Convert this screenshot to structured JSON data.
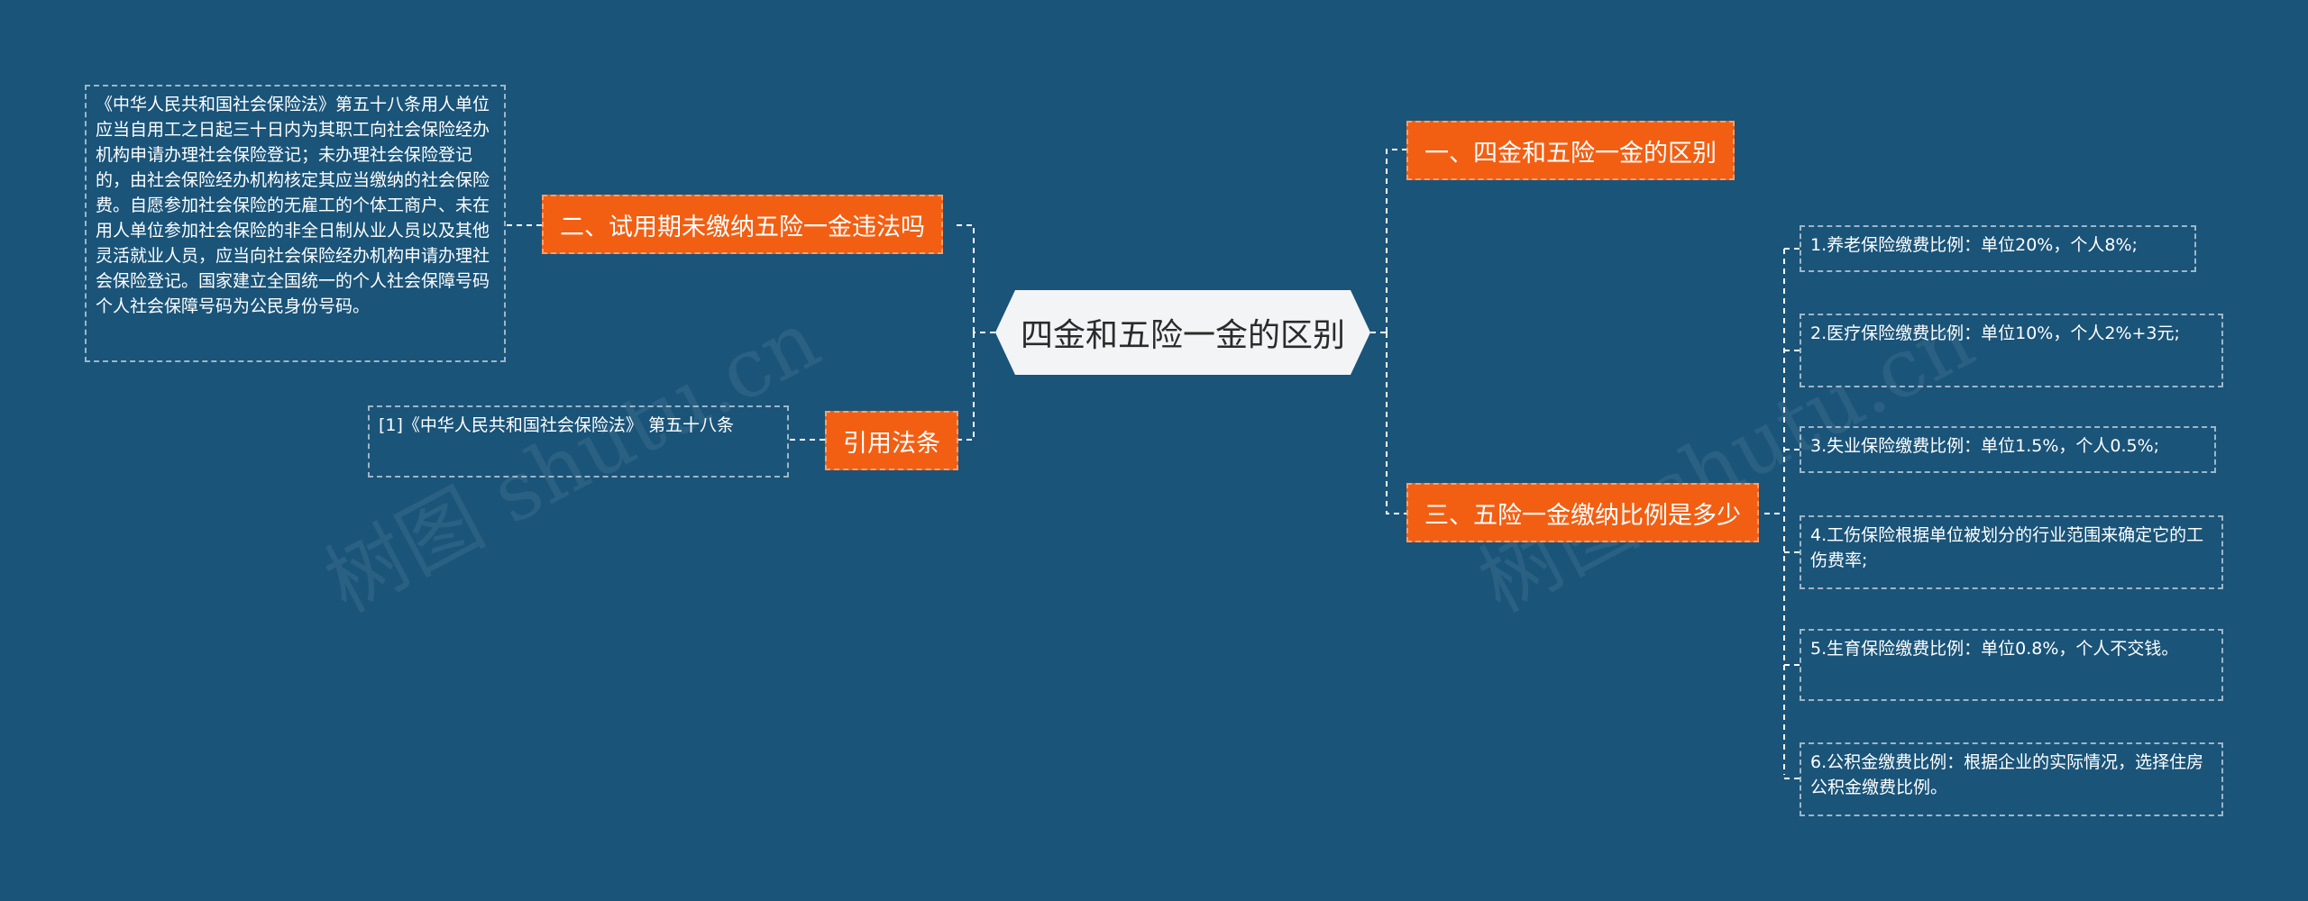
{
  "root": {
    "label": "四金和五险一金的区别"
  },
  "branches": {
    "b1": "一、四金和五险一金的区别",
    "b2": "二、试用期未缴纳五险一金违法吗",
    "b3": "三、五险一金缴纳比例是多少",
    "b4": "引用法条"
  },
  "leaves": {
    "law_text": "《中华人民共和国社会保险法》第五十八条用人单位应当自用工之日起三十日内为其职工向社会保险经办机构申请办理社会保险登记；未办理社会保险登记的，由社会保险经办机构核定其应当缴纳的社会保险费。自愿参加社会保险的无雇工的个体工商户、未在用人单位参加社会保险的非全日制从业人员以及其他灵活就业人员，应当向社会保险经办机构申请办理社会保险登记。国家建立全国统一的个人社会保障号码个人社会保障号码为公民身份号码。",
    "citation": "[1]《中华人民共和国社会保险法》 第五十八条",
    "ratios": [
      "1.养老保险缴费比例：单位20%，个人8%;",
      "2.医疗保险缴费比例：单位10%，个人2%+3元;",
      "3.失业保险缴费比例：单位1.5%，个人0.5%;",
      "4.工伤保险根据单位被划分的行业范围来确定它的工伤费率;",
      "5.生育保险缴费比例：单位0.8%，个人不交钱。",
      "6.公积金缴费比例：根据企业的实际情况，选择住房公积金缴费比例。"
    ]
  },
  "watermark": "树图 shutu.cn",
  "colors": {
    "background": "#1a5479",
    "branch": "#f25f13",
    "root": "#f2f4f6",
    "connector": "#ffffff"
  }
}
